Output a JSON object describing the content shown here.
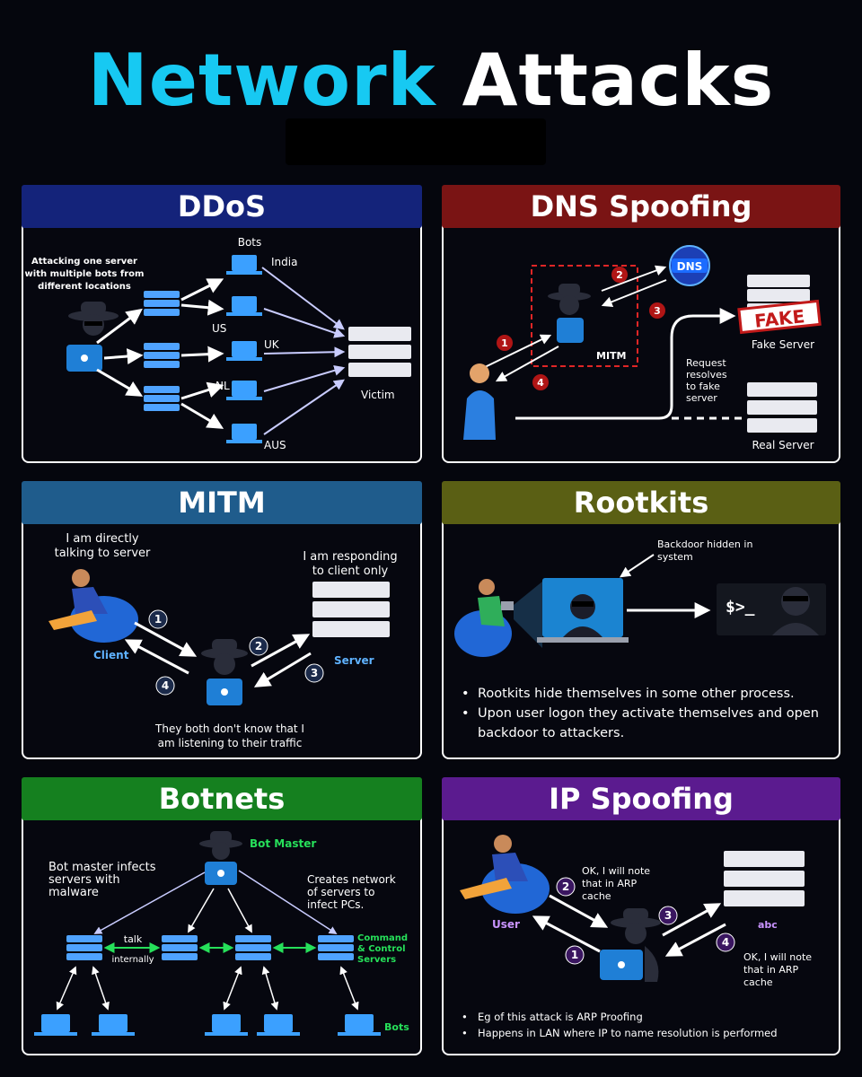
{
  "title": {
    "word1": "Network",
    "word2": "Attacks"
  },
  "colors": {
    "cyan": "#17c9f2",
    "ddos": "#14237a",
    "dns": "#7a1414",
    "mitm": "#1f5c8c",
    "rootkits": "#5a5f14",
    "botnets": "#15801f",
    "ipspoof": "#5b1b8f",
    "arrow": "#d8ddff"
  },
  "ddos": {
    "heading": "DDoS",
    "note": [
      "Attacking one server",
      "with multiple bots from",
      "different locations"
    ],
    "bots_label": "Bots",
    "locations": [
      "India",
      "US",
      "UK",
      "NL",
      "AUS"
    ],
    "victim": "Victim"
  },
  "dns": {
    "heading": "DNS Spoofing",
    "dns_label": "DNS",
    "fake_stamp": "FAKE",
    "fake_server": "Fake Server",
    "mitm": "MITM",
    "request": [
      "Request",
      "resolves",
      "to fake",
      "server"
    ],
    "real_server": "Real Server",
    "steps": [
      "1",
      "2",
      "3",
      "4"
    ]
  },
  "mitm": {
    "heading": "MITM",
    "client_says": [
      "I am directly",
      "talking to server"
    ],
    "server_says": [
      "I am responding",
      "to client only"
    ],
    "client": "Client",
    "server": "Server",
    "bottom": [
      "They both don't know that I",
      "am listening to their traffic"
    ],
    "steps": [
      "1",
      "2",
      "3",
      "4"
    ]
  },
  "rootkits": {
    "heading": "Rootkits",
    "backdoor": [
      "Backdoor hidden in",
      "system"
    ],
    "prompt": "$>_",
    "bullets": [
      "Rootkits hide themselves in some other process.",
      "Upon user logon they activate themselves and open backdoor to attackers."
    ]
  },
  "botnets": {
    "heading": "Botnets",
    "bot_master": "Bot Master",
    "left_note": [
      "Bot master infects",
      "servers with",
      "malware"
    ],
    "right_note": [
      "Creates network",
      "of servers to",
      "infect PCs."
    ],
    "talk": "talk",
    "internally": "internally",
    "cnc": [
      "Command",
      "& Control",
      "Servers"
    ],
    "bots": "Bots"
  },
  "ipspoof": {
    "heading": "IP Spoofing",
    "user": "User",
    "note_top": [
      "OK, I will note",
      "that in ARP",
      "cache"
    ],
    "abc": "abc",
    "note_bottom": [
      "OK, I will note",
      "that in ARP",
      "cache"
    ],
    "steps": [
      "1",
      "2",
      "3",
      "4"
    ],
    "bullets": [
      "Eg of this attack is ARP Proofing",
      "Happens in LAN where IP to name resolution is performed"
    ]
  }
}
